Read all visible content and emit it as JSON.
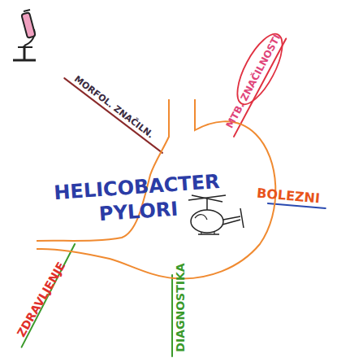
{
  "diagram": {
    "nodes": [
      {
        "text": [
          "HELICOBACTER PYLORI"
        ]
      },
      {
        "text": [
          "MORFOL. ZNAČILN."
        ]
      },
      {
        "text": [
          "MTB. ZNAČILNOSTI"
        ]
      },
      {
        "text": [
          "BOLEZNI"
        ]
      },
      {
        "text": [
          "DIAGNOSTIKA"
        ]
      },
      {
        "text": [
          "ZDRAVLJENJE"
        ]
      }
    ],
    "edges": [
      {
        "from": 0,
        "to": 1,
        "arrow": "none"
      },
      {
        "from": 0,
        "to": 2,
        "arrow": "none"
      },
      {
        "from": 0,
        "to": 3,
        "arrow": "none"
      },
      {
        "from": 0,
        "to": 4,
        "arrow": "none"
      },
      {
        "from": 0,
        "to": 5,
        "arrow": "none"
      }
    ]
  }
}
